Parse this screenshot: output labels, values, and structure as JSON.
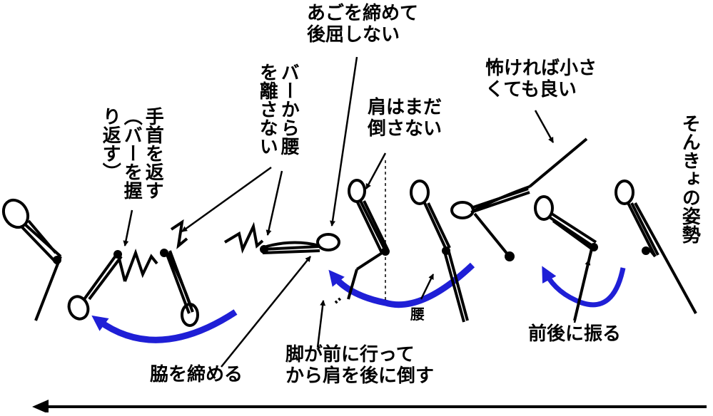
{
  "labels": {
    "ago": "あごを締めて\n後屈しない",
    "kowakereba": "怖ければ小さ\nくても良い",
    "bar_koshi": [
      "バーから腰",
      "を離さない"
    ],
    "tekubi": [
      "手首を返す",
      "（バーを握",
      "り返す）"
    ],
    "kata_mada": "肩はまだ\n倒さない",
    "sonkyo": "そんきょの姿勢",
    "koshi": "腰",
    "waki": "脇を締める",
    "ashi": "脚が前に行って\nから肩を後に倒す",
    "zengo": "前後に振る"
  },
  "colors": {
    "ink": "#000000",
    "swing_arrow": "#1f1fd6"
  }
}
